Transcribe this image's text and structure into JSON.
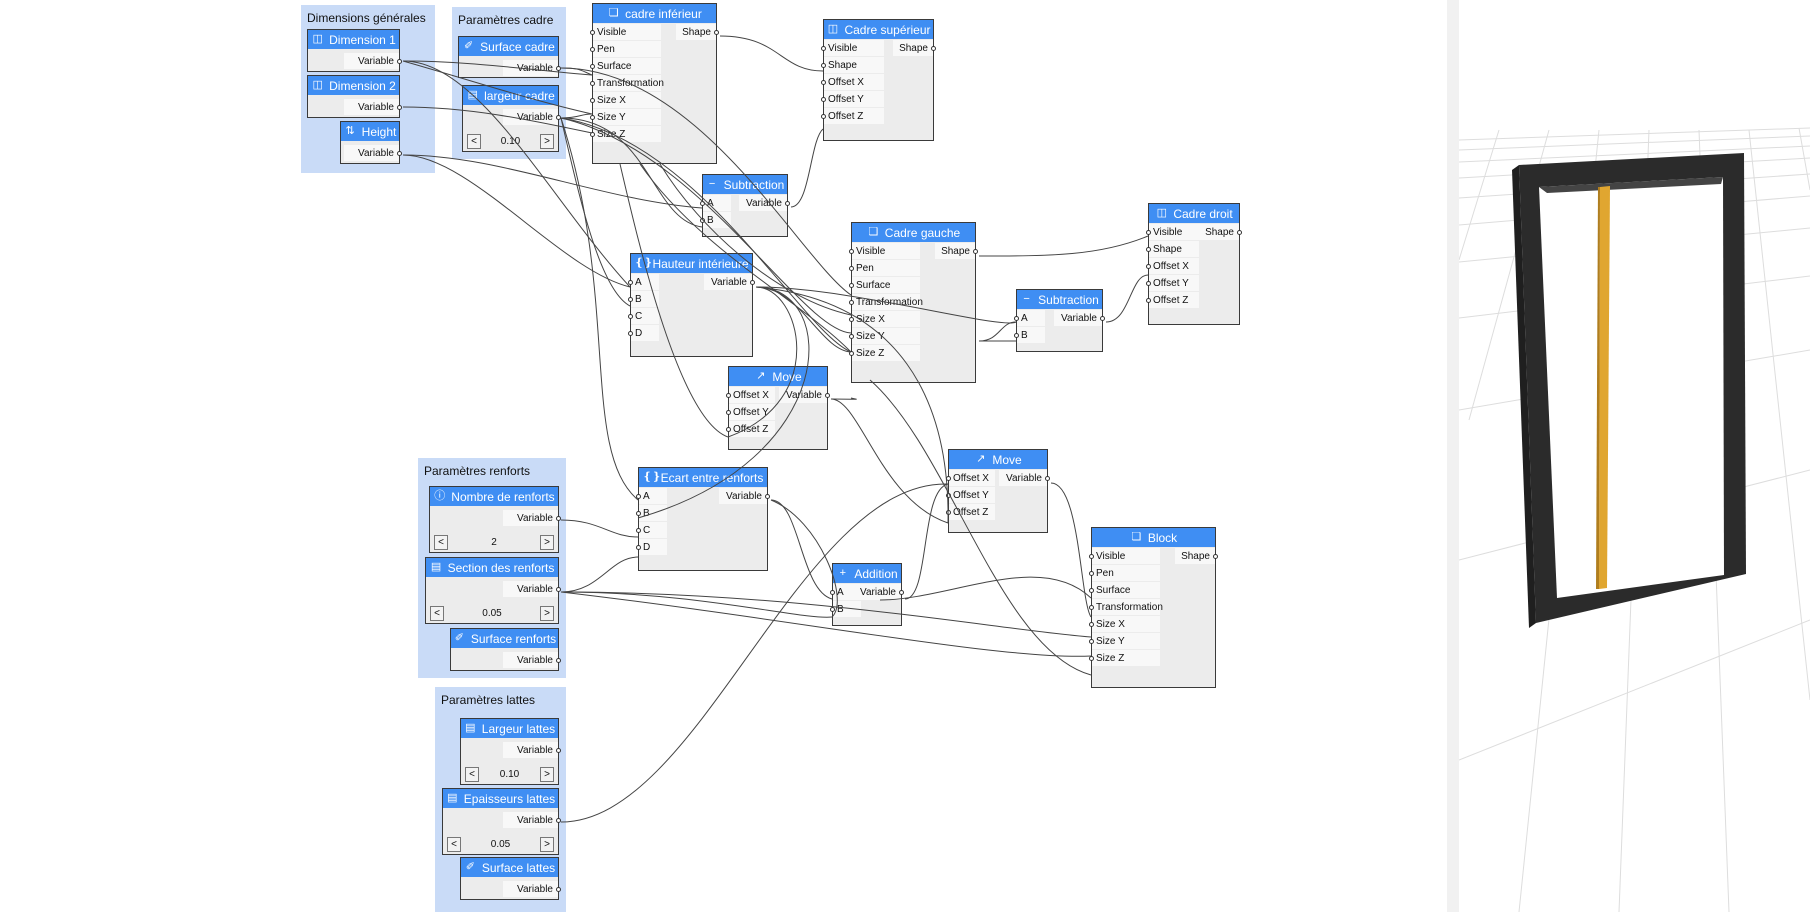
{
  "groups": {
    "dimensions_generales": "Dimensions générales",
    "parametres_cadre": "Paramètres cadre",
    "parametres_renforts": "Paramètres renforts",
    "parametres_lattes": "Paramètres lattes"
  },
  "common": {
    "variable": "Variable",
    "shape": "Shape",
    "dec": "<",
    "inc": ">"
  },
  "nodes": {
    "dim1": {
      "title": "Dimension 1",
      "icon": "door-dimension-icon"
    },
    "dim2": {
      "title": "Dimension 2",
      "icon": "door-dimension-icon"
    },
    "height": {
      "title": "Height",
      "icon": "height-icon"
    },
    "surface_cadre": {
      "title": "Surface cadre",
      "icon": "paint-brush-icon"
    },
    "largeur_cadre": {
      "title": "largeur cadre",
      "icon": "ruler-icon",
      "value": "0.10"
    },
    "nombre_renforts": {
      "title": "Nombre de renforts",
      "icon": "info-icon",
      "value": "2"
    },
    "section_renforts": {
      "title": "Section des renforts",
      "icon": "ruler-icon",
      "value": "0.05"
    },
    "surface_renforts": {
      "title": "Surface renforts",
      "icon": "paint-brush-icon"
    },
    "largeur_lattes": {
      "title": "Largeur lattes",
      "icon": "ruler-icon",
      "value": "0.10"
    },
    "epaisseur_lattes": {
      "title": "Epaisseurs lattes",
      "icon": "ruler-icon",
      "value": "0.05"
    },
    "surface_lattes": {
      "title": "Surface lattes",
      "icon": "paint-brush-icon"
    },
    "cadre_inferieur": {
      "title": "cadre inférieur",
      "icon": "cube-icon",
      "inputs": [
        "Visible",
        "Pen",
        "Surface",
        "Transformation",
        "Size X",
        "Size Y",
        "Size Z"
      ]
    },
    "cadre_superieur": {
      "title": "Cadre supérieur",
      "icon": "shape-move-icon",
      "inputs": [
        "Visible",
        "Shape",
        "Offset X",
        "Offset Y",
        "Offset Z"
      ]
    },
    "subtraction1": {
      "title": "Subtraction",
      "icon": "minus-icon",
      "inputs": [
        "A",
        "B"
      ]
    },
    "hauteur_interieure": {
      "title": "Hauteur intérieure",
      "icon": "expression-icon",
      "inputs": [
        "A",
        "B",
        "C",
        "D"
      ]
    },
    "cadre_gauche": {
      "title": "Cadre gauche",
      "icon": "cube-icon",
      "inputs": [
        "Visible",
        "Pen",
        "Surface",
        "Transformation",
        "Size X",
        "Size Y",
        "Size Z"
      ]
    },
    "subtraction2": {
      "title": "Subtraction",
      "icon": "minus-icon",
      "inputs": [
        "A",
        "B"
      ]
    },
    "cadre_droit": {
      "title": "Cadre droit",
      "icon": "shape-move-icon",
      "inputs": [
        "Visible",
        "Shape",
        "Offset X",
        "Offset Y",
        "Offset Z"
      ]
    },
    "move1": {
      "title": "Move",
      "icon": "move-icon",
      "inputs": [
        "Offset X",
        "Offset Y",
        "Offset Z"
      ]
    },
    "ecart_renforts": {
      "title": "Ecart entre renforts",
      "icon": "expression-icon",
      "inputs": [
        "A",
        "B",
        "C",
        "D"
      ]
    },
    "move2": {
      "title": "Move",
      "icon": "move-icon",
      "inputs": [
        "Offset X",
        "Offset Y",
        "Offset Z"
      ]
    },
    "addition": {
      "title": "Addition",
      "icon": "plus-icon",
      "inputs": [
        "A",
        "B"
      ]
    },
    "block": {
      "title": "Block",
      "icon": "cube-icon",
      "inputs": [
        "Visible",
        "Pen",
        "Surface",
        "Transformation",
        "Size X",
        "Size Y",
        "Size Z"
      ]
    }
  },
  "colors": {
    "node_header": "#3f8ef3",
    "group_bg": "#c9dbf7",
    "frame": "#2b2b2b",
    "reinforcement": "#e0a630"
  }
}
